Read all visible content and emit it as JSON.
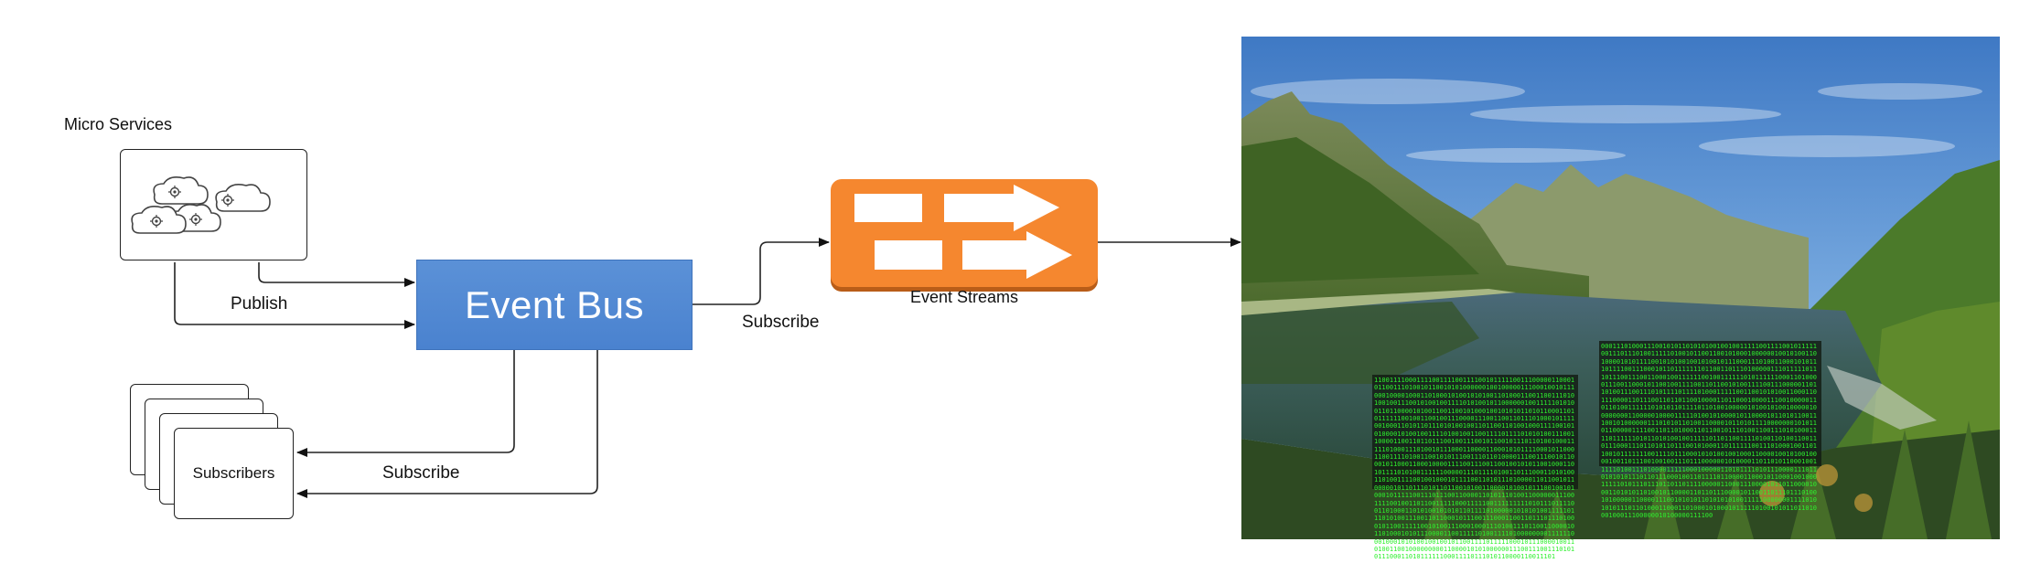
{
  "labels": {
    "micro_services": "Micro Services",
    "publish": "Publish",
    "event_bus": "Event Bus",
    "subscribe_stream": "Subscribe",
    "subscribe_bus": "Subscribe",
    "event_streams": "Event Streams",
    "subscribers": "Subscribers"
  },
  "overlays": {
    "binary_left": "1100111100011110011110011110010111110011100000110001011001110100101100101010000001001000001110001001011100010000100011010001010010101001101000110011001110101001001110010100100111101010010110000001001111101010011011000010100110011001010001001010101101011000110101111110010011001001110000111001100110111010001011110010001101011011101010010011011001101001000111100101010000101001001111010010011001111011110101010011100110000110011011011100100111001011001011101101001000111110100011101001011100011000011000101011110001011000110011110100110010101110011101101000011100111001011000101100011000100001111001110011001001010110010001101011110101001111110000011101111010011011100011010100110100111100100100010111100110101110100001101100101100000101101110101101100101001100001010010111001001010001011111001110111001100001101011101001100000011100111100100110110011111000111110011111111101011101111001101000110101001010101101111010000010101010011111011101010011100110110001011100111000110011011101110100010110011111001010011100010001110100111011001100001011010001010111000011001111101001111010000000011111100010001010100100100101100111101111100010111000010011010011001000000000110000101010000001110011100111010101110001101011111100011110111010110000110011101",
    "binary_right": "0001110100011100101011010101001001001111100111100101111100111011101001111101001011001100101000100000010010100110100001010111100101010010010100101110001110100110001010111011110011100010110111111101100110111010000011101111101110111001110011000100111111001001111110101111110001101000011100110001011001001111001101100101001111001110000011011010011100111010111101111010001111100110010101001100011011100001101110011011011001000011011000100001110010000011011010011111101010110111101101001000001010010100100000100000000110000010000111110100101000010110000101101011001110010100000011101010110100110000101101011110000000101011011000001111001101101000110110010111010011001110101000111101111110101101010010011111011011001111010011010011001101110001110110101101110010100011011111100111010001001101100101111111001111011100010101001001000110000100101001000010011011100100100111011100000010100001101101011000100111110100111010000111110001000001101011110101110000111011010101011101101110001001101111011000011000101100010010001111101011101110110110111100000110001110000101101100001000110101011010010110000110110111000010110011011101110100101000001100001110010101011010101010011111000000011110101010111011010001100011010001010001011111010010101101101000100011100000010100000111100"
  },
  "colors": {
    "event_bus_fill": "#4f87d1",
    "event_streams_fill": "#f5872f",
    "line": "#222222"
  }
}
